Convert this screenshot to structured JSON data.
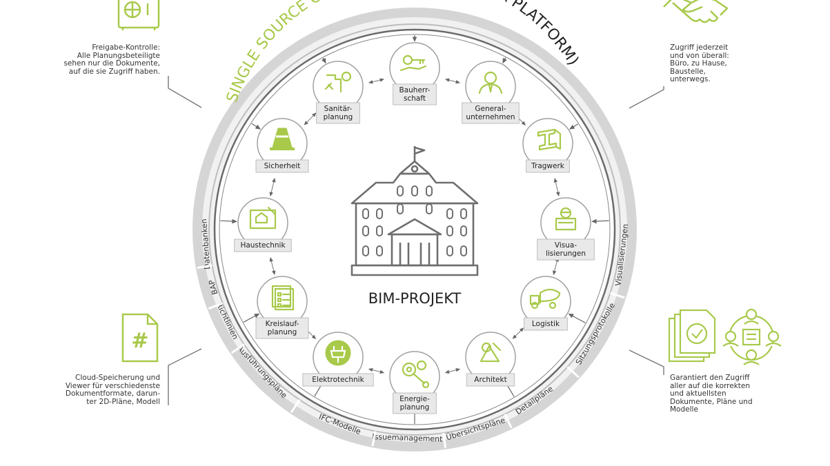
{
  "ring": {
    "title_green": "SINGLE SOURCE OF TRUTH",
    "title_dark": "(COMMON DATA PLATFORM)"
  },
  "center": {
    "label": "BIM-PROJEKT"
  },
  "nodes": [
    {
      "id": "bauherr",
      "lines": [
        "Bauherr-",
        "schaft"
      ],
      "icon": "key-hand-icon"
    },
    {
      "id": "generalunternehmen",
      "lines": [
        "General-",
        "unternehmen"
      ],
      "icon": "businessman-icon"
    },
    {
      "id": "tragwerk",
      "lines": [
        "Tragwerk"
      ],
      "icon": "steel-beam-icon"
    },
    {
      "id": "visualisierungen",
      "lines": [
        "Visua-",
        "lisierungen"
      ],
      "icon": "person-laptop-icon"
    },
    {
      "id": "logistik",
      "lines": [
        "Logistik"
      ],
      "icon": "concrete-mixer-truck-icon"
    },
    {
      "id": "architekt",
      "lines": [
        "Architekt"
      ],
      "icon": "drafting-tools-icon"
    },
    {
      "id": "energieplanung",
      "lines": [
        "Energie-",
        "planung"
      ],
      "icon": "gears-wrench-icon"
    },
    {
      "id": "elektrotechnik",
      "lines": [
        "Elektrotechnik"
      ],
      "icon": "electric-plug-icon"
    },
    {
      "id": "kreislaufplanung",
      "lines": [
        "Kreislauf-",
        "planung"
      ],
      "icon": "checklist-icon"
    },
    {
      "id": "haustechnik",
      "lines": [
        "Haustechnik"
      ],
      "icon": "house-plan-icon"
    },
    {
      "id": "sicherheit",
      "lines": [
        "Sicherheit"
      ],
      "icon": "traffic-cone-icon"
    },
    {
      "id": "sanitaerplanung",
      "lines": [
        "Sanitär-",
        "planung"
      ],
      "icon": "faucet-pipe-icon"
    }
  ],
  "outer_labels": [
    "Datenbanken",
    "BAP",
    "Richtlinien",
    "Ausführungspläne",
    "IFC-Modelle",
    "Issuemanagement",
    "Übersichtspläne",
    "Detailpläne",
    "Sitzungsprotokolle",
    "Visualisierungen"
  ],
  "callouts": {
    "top_left": [
      "Freigabe-Kontrolle:",
      "Alle Planungsbeteiligte",
      "sehen nur die Dokumente,",
      "auf die sie Zugriff haben."
    ],
    "top_right": [
      "Zugriff jederzeit",
      "und von überall:",
      "Büro, zu Hause,",
      "Baustelle,",
      "unterwegs."
    ],
    "bottom_left": [
      "Cloud-Speicherung und",
      "Viewer für verschiedenste",
      "Dokumentformate, darun-",
      "ter 2D-Pläne, Modell"
    ],
    "bottom_right": [
      "Garantiert den Zugriff",
      "aller auf die korrekten",
      "und aktuellsten",
      "Dokumente, Pläne und",
      "Modelle"
    ]
  },
  "callout_icons": {
    "top_left": "safe-icon",
    "top_right": "handshake-icon",
    "bottom_left": "hash-document-icon",
    "bottom_right": "documents-people-network-icon"
  },
  "colors": {
    "green": "#a8c94a",
    "ring_gray": "#dddddd",
    "dark_gray": "#555555",
    "label_box": "#e8e8e8"
  }
}
